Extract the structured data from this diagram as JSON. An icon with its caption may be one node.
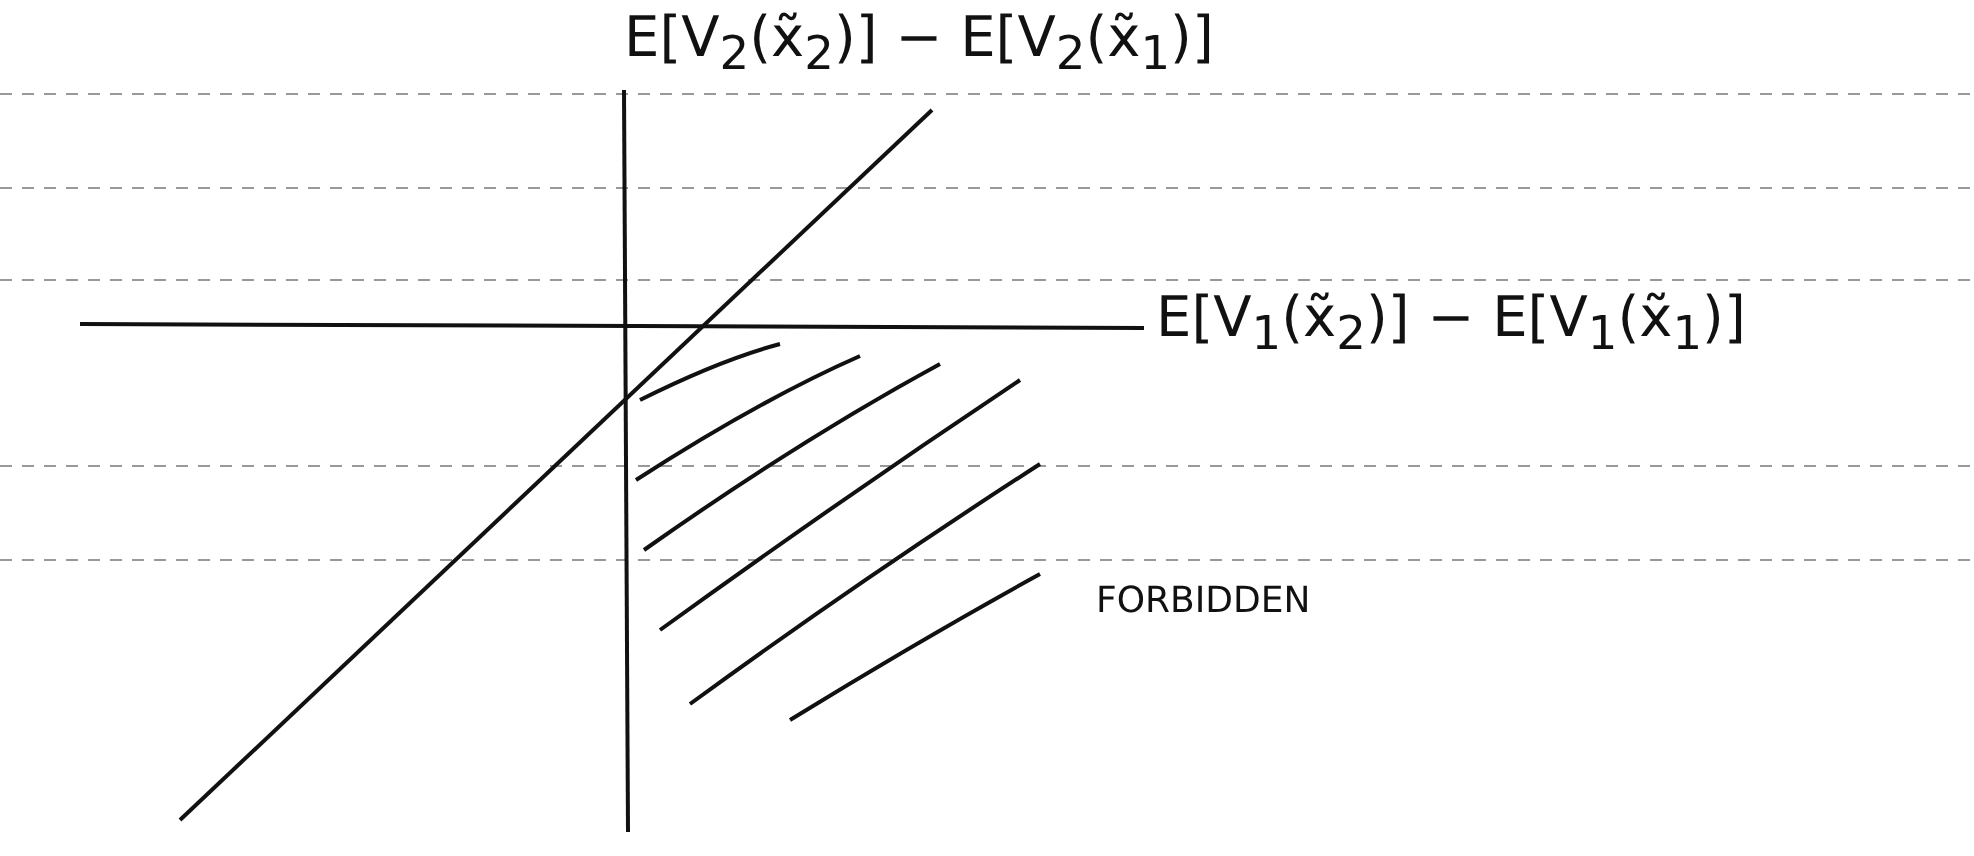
{
  "diagram": {
    "labels": [
      "E[V$_{2}$(x̃$_{2}$)] − E[V$_{2}$(x̃$_{1}$)]",
      "E[V$_{1}$(x̃$_{2}$)] − E[V$_{1}$(x̃$_{1}$)]",
      "FORBIDDEN"
    ]
  }
}
